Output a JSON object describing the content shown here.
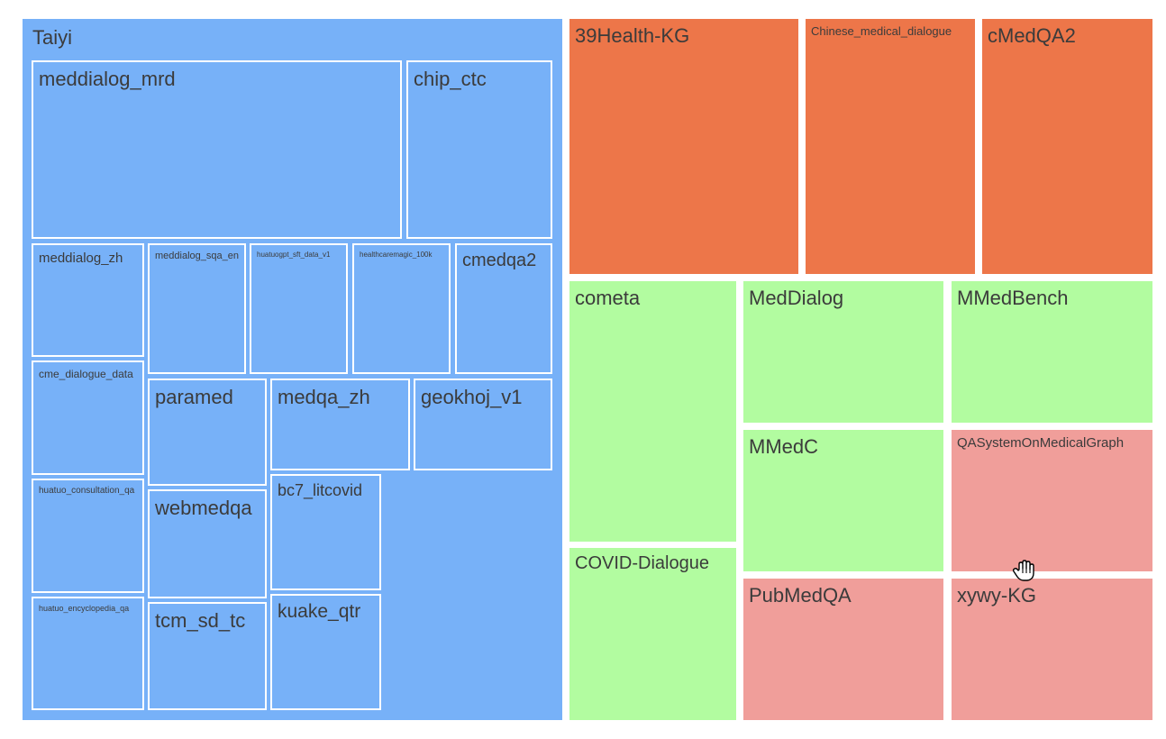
{
  "chart_data": {
    "type": "treemap",
    "groups": [
      {
        "name": "Taiyi",
        "color": "#77b1f8",
        "children": [
          {
            "name": "meddialog_mrd"
          },
          {
            "name": "chip_ctc"
          },
          {
            "name": "meddialog_zh"
          },
          {
            "name": "meddialog_sqa_en"
          },
          {
            "name": "huatuogpt_sft_data_v1"
          },
          {
            "name": "healthcaremagic_100k"
          },
          {
            "name": "cmedqa2"
          },
          {
            "name": "cme_dialogue_data"
          },
          {
            "name": "paramed"
          },
          {
            "name": "medqa_zh"
          },
          {
            "name": "geokhoj_v1"
          },
          {
            "name": "huatuo_consultation_qa"
          },
          {
            "name": "webmedqa"
          },
          {
            "name": "bc7_litcovid"
          },
          {
            "name": "huatuo_encyclopedia_qa"
          },
          {
            "name": "tcm_sd_tc"
          },
          {
            "name": "kuake_qtr"
          }
        ]
      }
    ],
    "leaves": [
      {
        "name": "39Health-KG",
        "color": "#ed7649"
      },
      {
        "name": "Chinese_medical_dialogue",
        "color": "#ed7649"
      },
      {
        "name": "cMedQA2",
        "color": "#ed7649"
      },
      {
        "name": "cometa",
        "color": "#b2fca0"
      },
      {
        "name": "MedDialog",
        "color": "#b2fca0"
      },
      {
        "name": "MMedBench",
        "color": "#b2fca0"
      },
      {
        "name": "COVID-Dialogue",
        "color": "#b2fca0"
      },
      {
        "name": "MMedC",
        "color": "#b2fca0"
      },
      {
        "name": "QASystemOnMedicalGraph",
        "color": "#f09e9a"
      },
      {
        "name": "PubMedQA",
        "color": "#f09e9a"
      },
      {
        "name": "xywy-KG",
        "color": "#f09e9a"
      }
    ]
  },
  "cursor": {
    "icon": "hand-cursor-icon"
  }
}
